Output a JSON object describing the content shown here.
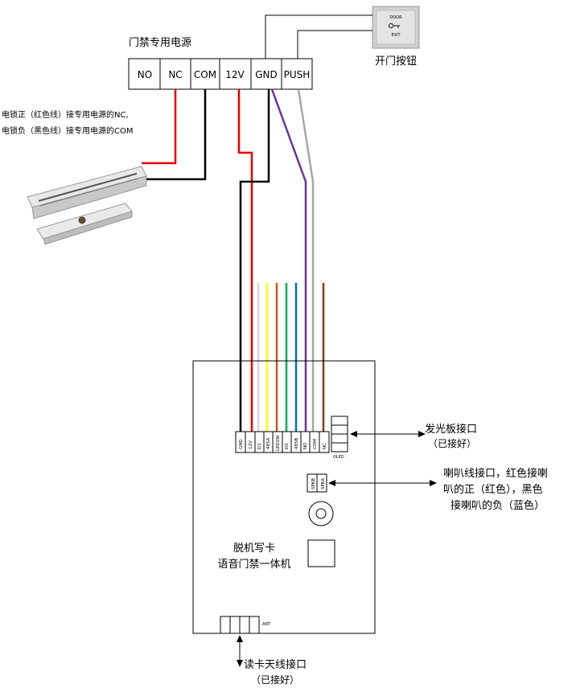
{
  "power_supply": {
    "title": "门禁专用电源",
    "terminals": [
      "NO",
      "NC",
      "COM",
      "12V",
      "GND",
      "PUSH"
    ]
  },
  "exit_button": {
    "label": "开门按钮",
    "plate_top": "DOOR",
    "plate_bottom": "EXIT"
  },
  "lock_note": {
    "line1": "电锁正（红色线）接专用电源的NC,",
    "line2": "电锁负（黑色线）接专用电源的COM"
  },
  "board": {
    "title_line1": "脱机写卡",
    "title_line2": "语音门禁一体机",
    "pins": [
      "GND",
      "12V",
      "D1",
      "485A",
      "LEDSW",
      "D0",
      "485B",
      "NO",
      "COM",
      "NC"
    ],
    "speaker_pins": [
      "SPKB",
      "SPKA"
    ],
    "led_pin": "OLED",
    "ant_label": "ANT"
  },
  "annotations": {
    "led_line1": "发光板接口",
    "led_line2": "（已接好）",
    "speaker_line1": "喇叭线接口，红色接喇",
    "speaker_line2": "叭的正（红色），黑色",
    "speaker_line3": "接喇叭的负（蓝色）",
    "antenna_line1": "读卡天线接口",
    "antenna_line2": "（已接好）"
  },
  "colors": {
    "red_wire": "#e60000",
    "black_wire": "#000000",
    "purple_wire": "#7030a0",
    "gray_wire": "#a6a6a6",
    "yellow_wire": "#ffff00",
    "orange_wire": "#c55a11",
    "green_wire": "#00b050",
    "blue_wire": "#0070c0",
    "brown_wire": "#843c0c",
    "white_wire": "#d9d9d9"
  }
}
